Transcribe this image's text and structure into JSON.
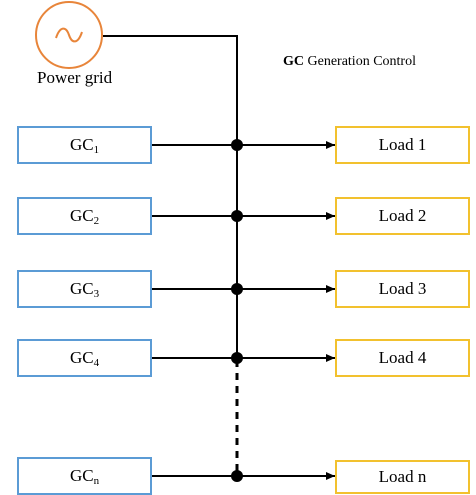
{
  "power_grid": {
    "label": "Power grid",
    "source_color": "#e8853a",
    "symbol": "ac-sine-icon"
  },
  "legend": {
    "abbr": "GC",
    "text": " Generation Control"
  },
  "generators": [
    {
      "base": "GC",
      "sub": "1"
    },
    {
      "base": "GC",
      "sub": "2"
    },
    {
      "base": "GC",
      "sub": "3"
    },
    {
      "base": "GC",
      "sub": "4"
    },
    {
      "base": "GC",
      "sub": "n"
    }
  ],
  "loads": [
    "Load 1",
    "Load 2",
    "Load 3",
    "Load 4",
    "Load n"
  ],
  "colors": {
    "generator_border": "#5b9bd5",
    "load_border": "#f2c12e",
    "line": "#000000"
  }
}
